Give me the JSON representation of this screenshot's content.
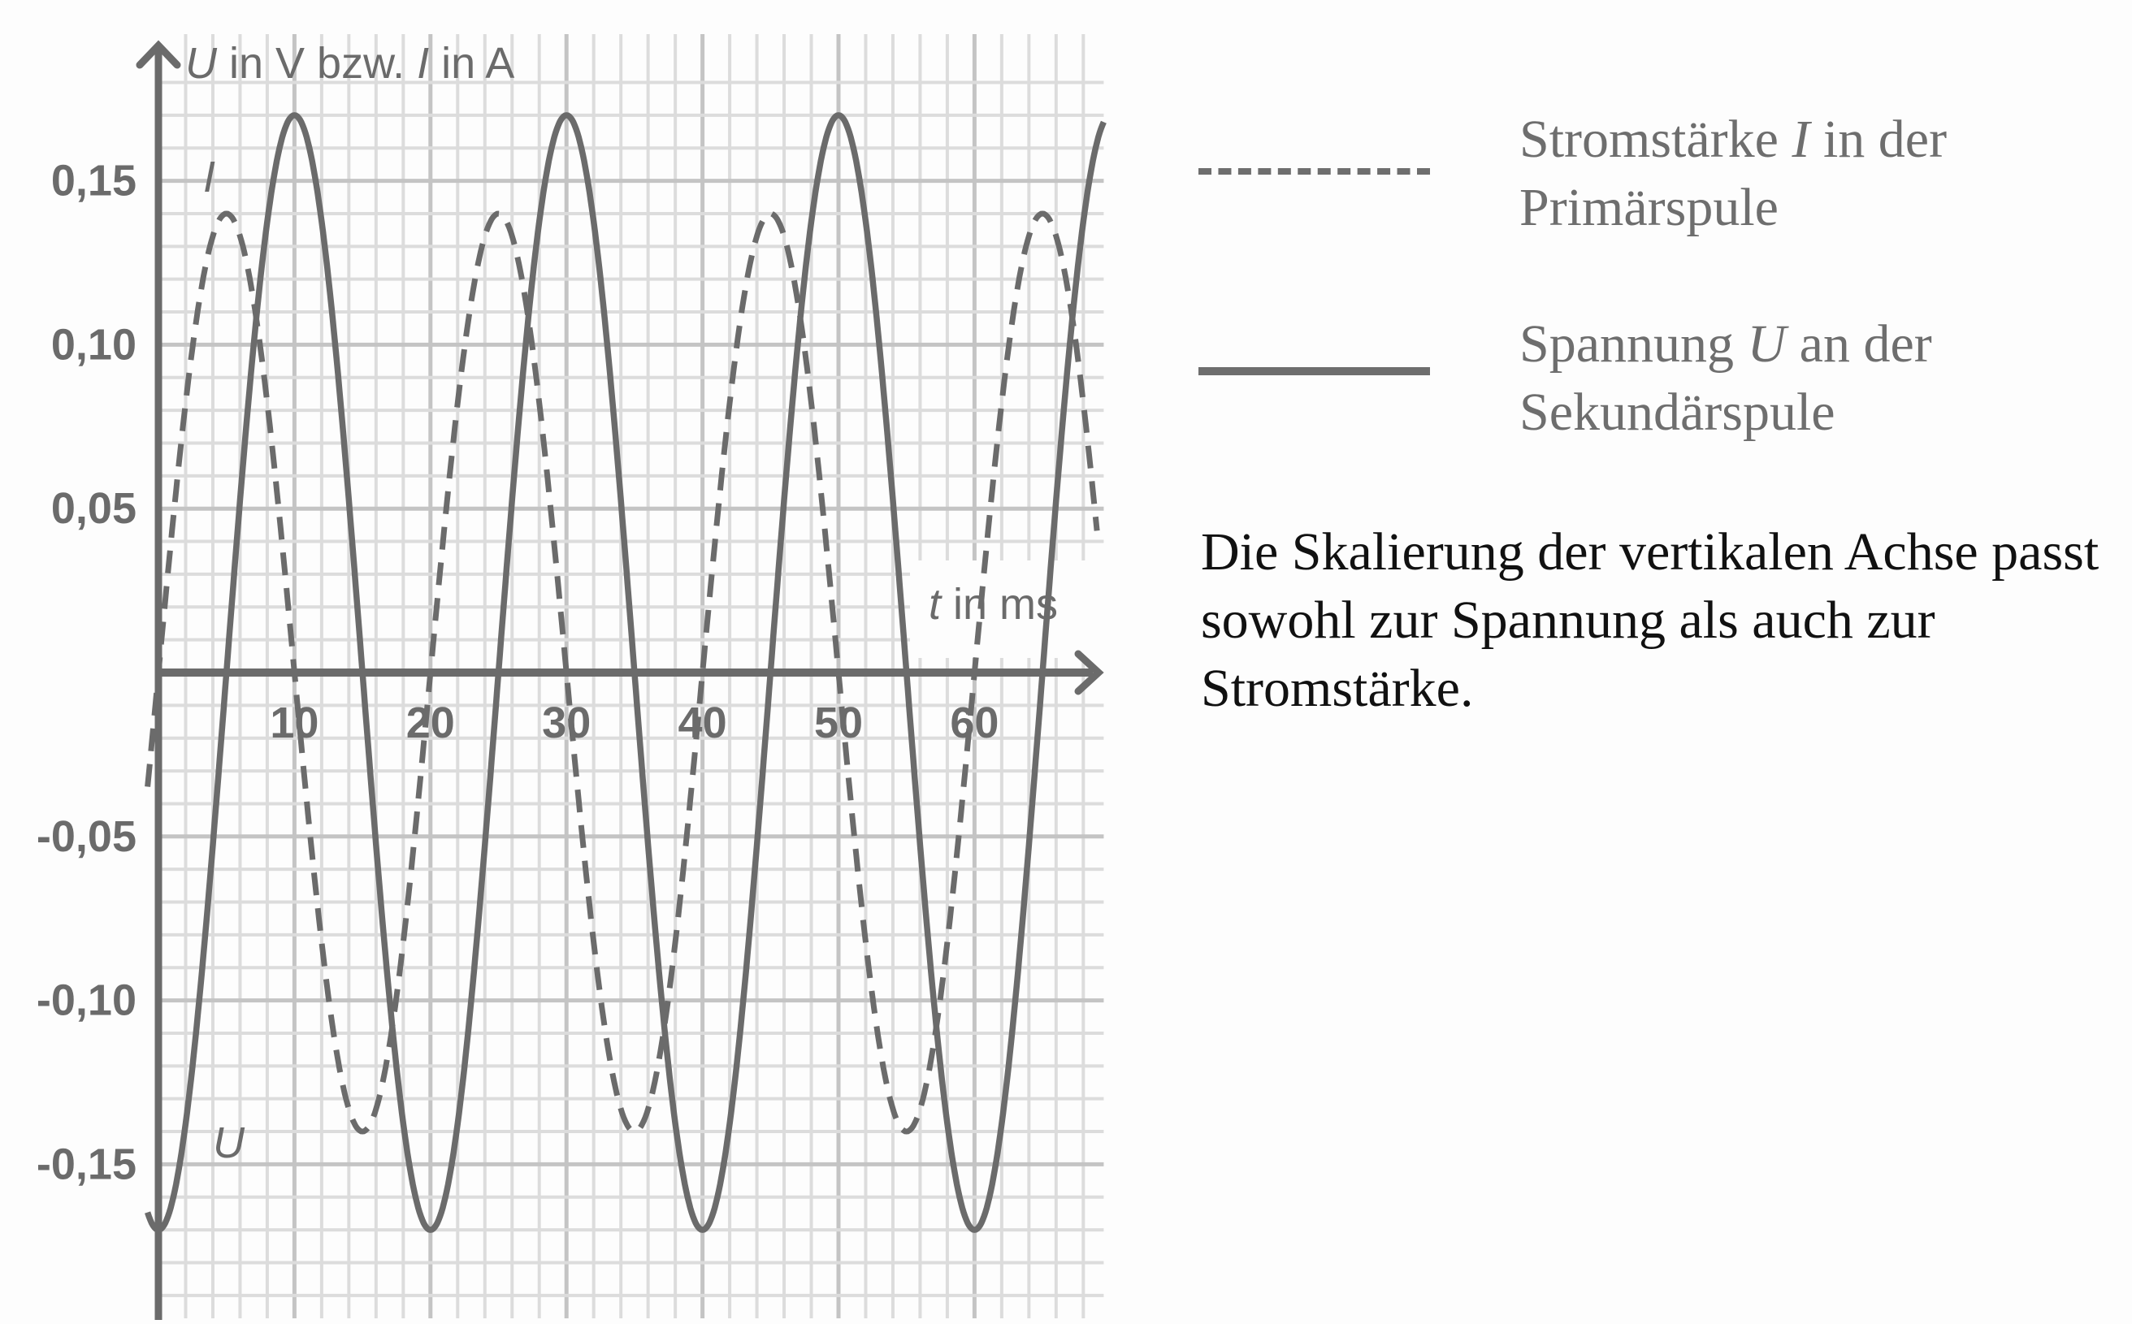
{
  "chart_data": {
    "type": "line",
    "title": "",
    "xlabel": "t in ms",
    "ylabel": "U in V bzw. I in A",
    "xlim": [
      0,
      69.5
    ],
    "ylim": [
      -0.19,
      0.185
    ],
    "grid": true,
    "grid_minor_x": 2,
    "grid_minor_y": 0.01,
    "xticks": [
      10,
      20,
      30,
      40,
      50,
      60
    ],
    "xtick_labels": [
      "10",
      "20",
      "30",
      "40",
      "50",
      "60"
    ],
    "yticks": [
      0.15,
      0.1,
      0.05,
      -0.05,
      -0.1,
      -0.15
    ],
    "ytick_labels": [
      "0,15",
      "0,10",
      "0,05",
      "-0,05",
      "-0,10",
      "-0,15"
    ],
    "series": [
      {
        "name": "Stromstärke I in der Primärspule",
        "label": "I",
        "style": "dashed",
        "function": "I(t) = 0.14 * sin(2*pi*t/20)",
        "amplitude": 0.14,
        "period_ms": 20,
        "phase": "sin",
        "x_start": -0.8,
        "x": [
          0,
          5,
          10,
          15,
          20,
          25,
          30,
          35,
          40,
          45,
          50,
          55,
          60,
          65,
          69
        ],
        "values": [
          0,
          0.14,
          0,
          -0.14,
          0,
          0.14,
          0,
          -0.14,
          0,
          0.14,
          0,
          -0.14,
          0,
          0.14,
          0.043
        ]
      },
      {
        "name": "Spannung U an der Sekundärspule",
        "label": "U",
        "style": "solid",
        "function": "U(t) = -0.17 * cos(2*pi*t/20)",
        "amplitude": 0.17,
        "period_ms": 20,
        "phase": "-cos",
        "x_start": -0.8,
        "x": [
          0,
          5,
          10,
          15,
          20,
          25,
          30,
          35,
          40,
          45,
          50,
          55,
          60,
          65,
          69.5
        ],
        "values": [
          -0.17,
          0,
          0.17,
          0,
          -0.17,
          0,
          0.17,
          0,
          -0.17,
          0,
          0.17,
          0,
          -0.17,
          0,
          0.17
        ]
      }
    ],
    "annotations": [
      {
        "text": "I",
        "near": "dashed curve, t≈4, y≈0.15"
      },
      {
        "text": "U",
        "near": "solid curve, t≈5, y≈-0.14"
      }
    ],
    "legend_position": "right"
  },
  "axes": {
    "y_label_var": "U",
    "y_label_mid": " in V bzw. ",
    "y_label_var2": "I",
    "y_label_end": " in A",
    "x_label_var": "t",
    "x_label_end": " in ms",
    "curve_label_i": "I",
    "curve_label_u": "U"
  },
  "legend": {
    "current": {
      "pre": "Stromstärke ",
      "var": "I",
      "post": " in der",
      "line2": "Primärspule"
    },
    "voltage": {
      "pre": "Spannung ",
      "var": "U",
      "post": " an der",
      "line2": "Sekundärspule"
    }
  },
  "note": "Die Skalierung der vertikalen Achse passt sowohl zur Spannung als auch zur Stromstärke.",
  "colors": {
    "curve": "#6b6b6b",
    "axis": "#6b6b6b",
    "grid_minor": "#dcdcdc",
    "grid_major": "#c4c4c4",
    "legend_text": "#6e6e6e",
    "note_text": "#111111",
    "background": "#fdfdfd"
  }
}
